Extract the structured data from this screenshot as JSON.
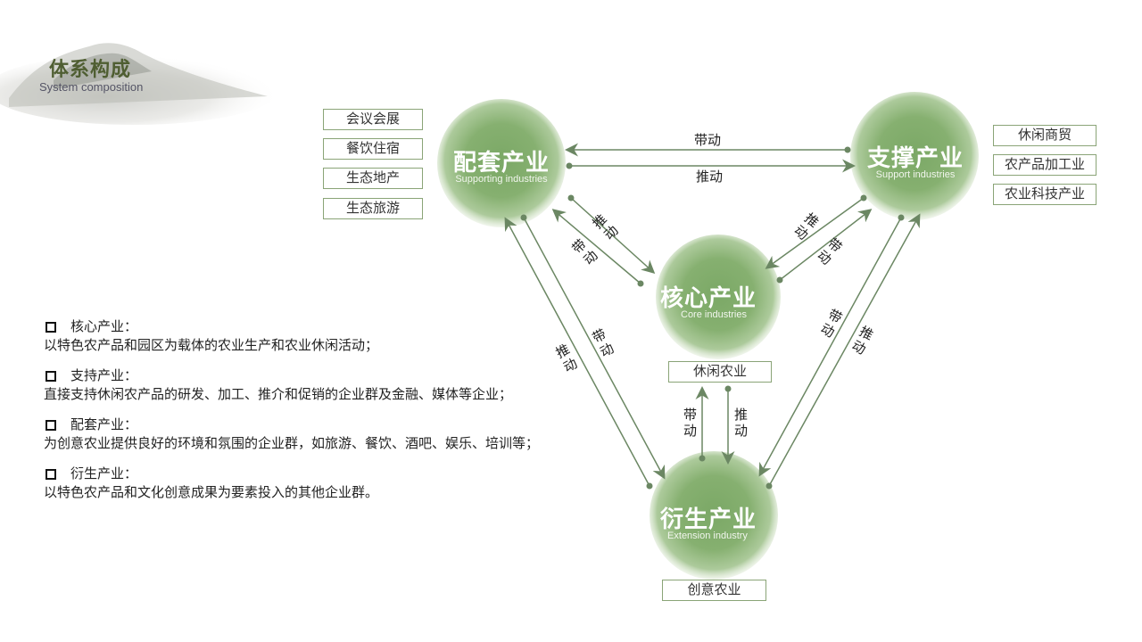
{
  "header": {
    "title": "体系构成",
    "subtitle": "System composition"
  },
  "nodes": {
    "supporting": {
      "title": "配套产业",
      "subtitle": "Supporting industries"
    },
    "support": {
      "title": "支撑产业",
      "subtitle": "Support industries"
    },
    "core": {
      "title": "核心产业",
      "subtitle": "Core industries"
    },
    "extension": {
      "title": "衍生产业",
      "subtitle": "Extension industry"
    }
  },
  "tags": {
    "supporting": [
      "会议会展",
      "餐饮住宿",
      "生态地产",
      "生态旅游"
    ],
    "support": [
      "休闲商贸",
      "农产品加工业",
      "农业科技产业"
    ],
    "core": "休闲农业",
    "extension": "创意农业"
  },
  "labels": {
    "drive": "带动",
    "push": "推动"
  },
  "descriptions": [
    {
      "head": "核心产业：",
      "body": "以特色农产品和园区为载体的农业生产和农业休闲活动；"
    },
    {
      "head": "支持产业：",
      "body": "直接支持休闲农产品的研发、加工、推介和促销的企业群及金融、媒体等企业；"
    },
    {
      "head": "配套产业：",
      "body": "为创意农业提供良好的环境和氛围的企业群，如旅游、餐饮、酒吧、娱乐、培训等；"
    },
    {
      "head": "衍生产业：",
      "body": "以特色农产品和文化创意成果为要素投入的其他企业群。"
    }
  ],
  "colors": {
    "accent": "#6f9a58",
    "arrow": "#6b8763",
    "title": "#4f5e32"
  }
}
